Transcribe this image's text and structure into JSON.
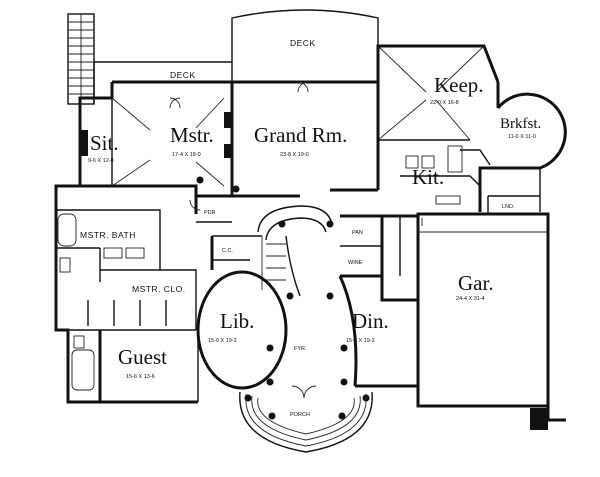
{
  "rooms": {
    "deck_upper": {
      "name": "DECK"
    },
    "deck_left": {
      "name": "DECK"
    },
    "keep": {
      "name": "Keep.",
      "dims": "22-0 X 16-8"
    },
    "brkfst": {
      "name": "Brkfst.",
      "dims": "11-0 X 11-0"
    },
    "grand": {
      "name": "Grand Rm.",
      "dims": "23-8 X 19-0"
    },
    "mstr": {
      "name": "Mstr.",
      "dims": "17-4 X 18-0"
    },
    "sit": {
      "name": "Sit.",
      "dims": "9-6 X 12-8"
    },
    "kit": {
      "name": "Kit."
    },
    "lnd": {
      "name": "LND."
    },
    "mstr_bath": {
      "name": "MSTR. BATH"
    },
    "mstr_clo": {
      "name": "MSTR. CLO."
    },
    "pdr": {
      "name": "PDR"
    },
    "cc": {
      "name": "C.C."
    },
    "pan": {
      "name": "PAN"
    },
    "wine": {
      "name": "WINE"
    },
    "gar": {
      "name": "Gar.",
      "dims": "24-4 X 31-4"
    },
    "lib": {
      "name": "Lib.",
      "dims": "15-0 X 19-2"
    },
    "din": {
      "name": "Din.",
      "dims": "15-2 X 19-2"
    },
    "fyr": {
      "name": "FYR."
    },
    "guest": {
      "name": "Guest",
      "dims": "15-6 X 13-6"
    },
    "porch": {
      "name": "PORCH"
    }
  }
}
